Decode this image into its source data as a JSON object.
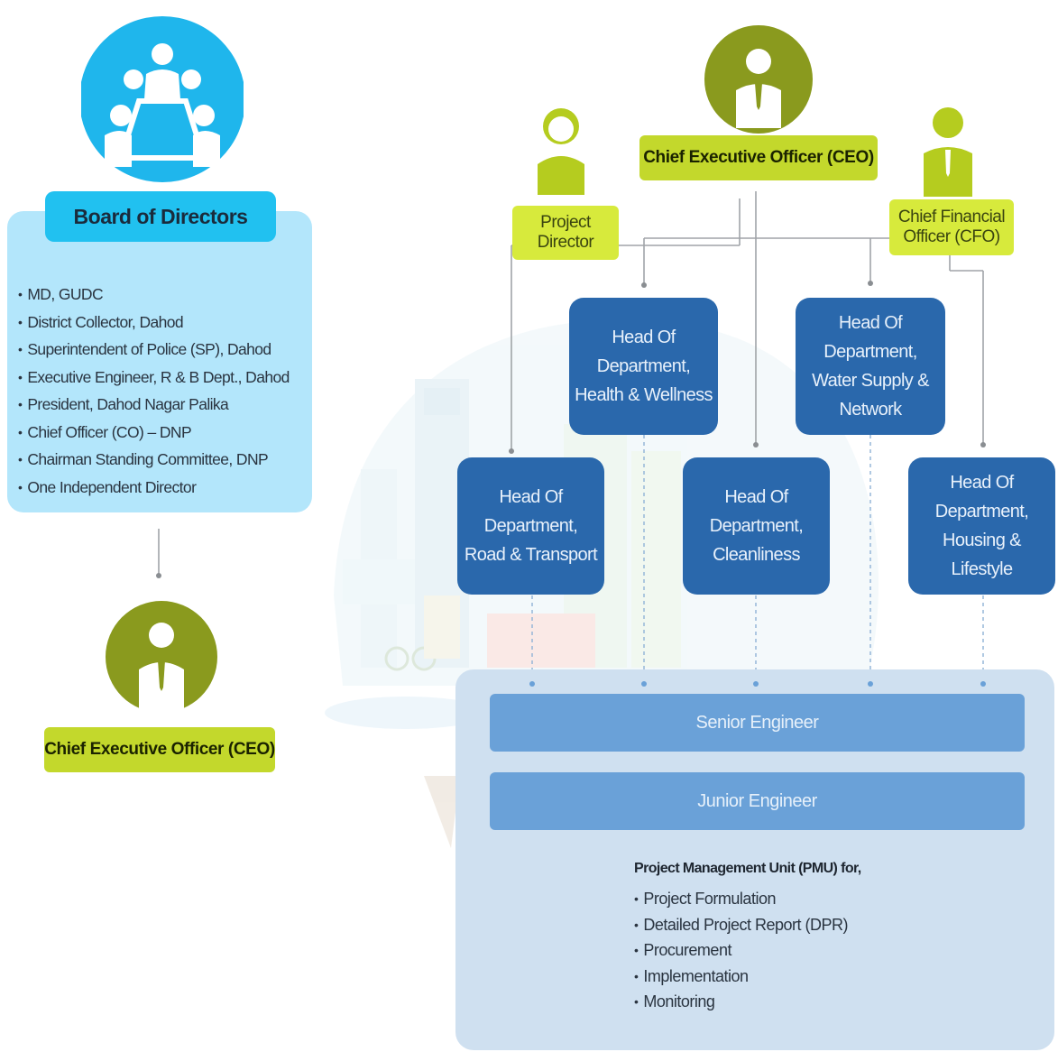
{
  "board": {
    "title": "Board of Directors",
    "members": [
      "MD, GUDC",
      "District Collector, Dahod",
      "Superintendent of Police (SP), Dahod",
      "Executive Engineer, R & B Dept., Dahod",
      "President, Dahod Nagar Palika",
      "Chief Officer (CO) – DNP",
      "Chairman Standing Committee, DNP",
      "One Independent Director"
    ]
  },
  "ceo_left": {
    "label": "Chief Executive Officer (CEO)"
  },
  "ceo_top": {
    "label": "Chief Executive Officer (CEO)"
  },
  "project_director": {
    "line1": "Project",
    "line2": "Director"
  },
  "cfo": {
    "line1": "Chief Financial",
    "line2": "Officer (CFO)"
  },
  "departments": {
    "health": [
      "Head Of",
      "Department,",
      "Health & Wellness"
    ],
    "water": [
      "Head Of",
      "Department,",
      "Water Supply &",
      "Network"
    ],
    "road": [
      "Head Of",
      "Department,",
      "Road & Transport"
    ],
    "clean": [
      "Head Of",
      "Department,",
      "Cleanliness"
    ],
    "housing": [
      "Head Of",
      "Department,",
      "Housing &",
      "Lifestyle"
    ]
  },
  "engineers": {
    "senior": "Senior Engineer",
    "junior": "Junior Engineer"
  },
  "pmu": {
    "title": "Project Management Unit (PMU) for,",
    "items": [
      "Project Formulation",
      "Detailed Project Report (DPR)",
      "Procurement",
      "Implementation",
      "Monitoring"
    ]
  },
  "colors": {
    "board_circle": "#1fb6ec",
    "board_panel": "#b3e6fb",
    "olive_circle": "#8a9a1e",
    "lime": "#c3d82c",
    "hod": "#2a68ac",
    "pmu_panel": "#cfe0f0",
    "engineer_bar": "#6aa1d8"
  }
}
